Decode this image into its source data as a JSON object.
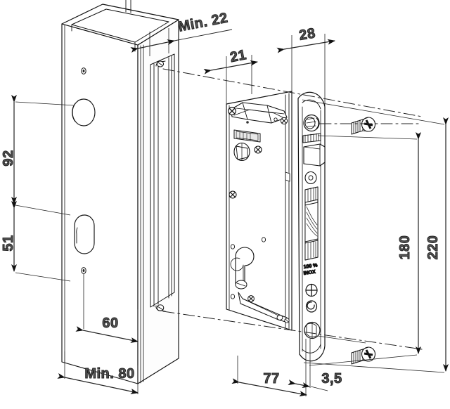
{
  "drawing": {
    "title": "Gate post and mortise lock installation drawing",
    "type": "isometric technical dimension drawing",
    "background_color": "#ffffff",
    "line_color": "#1a1a1a",
    "dim_text_color": "#555555",
    "fill_color": "#ffffff"
  },
  "dimensions": {
    "post_hole_top_center": {
      "label": "92",
      "value": 92,
      "orientation": "vertical",
      "side": "left"
    },
    "post_hole_bottom_center": {
      "label": "51",
      "value": 51,
      "orientation": "vertical",
      "side": "left"
    },
    "hole_backset": {
      "label": "60",
      "value": 60,
      "orientation": "horizontal",
      "side": "bottom-left"
    },
    "post_width_min": {
      "label": "Min. 80",
      "value": 80,
      "orientation": "horizontal",
      "side": "bottom-left"
    },
    "post_wall_min": {
      "label": "Min. 22",
      "value": 22,
      "orientation": "horizontal",
      "side": "top-left"
    },
    "lock_offset_21": {
      "label": "21",
      "value": 21,
      "orientation": "horizontal",
      "side": "top-middle"
    },
    "lock_offset_28": {
      "label": "28",
      "value": 28,
      "orientation": "horizontal",
      "side": "top-right"
    },
    "faceplate_slot_length": {
      "label": "180",
      "value": 180,
      "orientation": "vertical",
      "side": "right"
    },
    "faceplate_total_length": {
      "label": "220",
      "value": 220,
      "orientation": "vertical",
      "side": "right"
    },
    "lock_case_depth": {
      "label": "77",
      "value": 77,
      "orientation": "horizontal",
      "side": "bottom-right"
    },
    "faceplate_thickness": {
      "label": "3,5",
      "value": 3.5,
      "orientation": "horizontal",
      "side": "bottom-right"
    }
  },
  "labels": {
    "inox_line1": "100 %",
    "inox_line2": "INOX"
  },
  "parts": {
    "post": "square-hollow-gate-post",
    "lock_case": "mortise-lock-case",
    "faceplate": "stainless-steel-faceplate",
    "screw_top": "phillips-countersunk-screw",
    "screw_bottom": "phillips-countersunk-screw",
    "cylinder_hole": "euro-cylinder-hole",
    "handle_hole": "handle-spindle-oblong-hole"
  }
}
